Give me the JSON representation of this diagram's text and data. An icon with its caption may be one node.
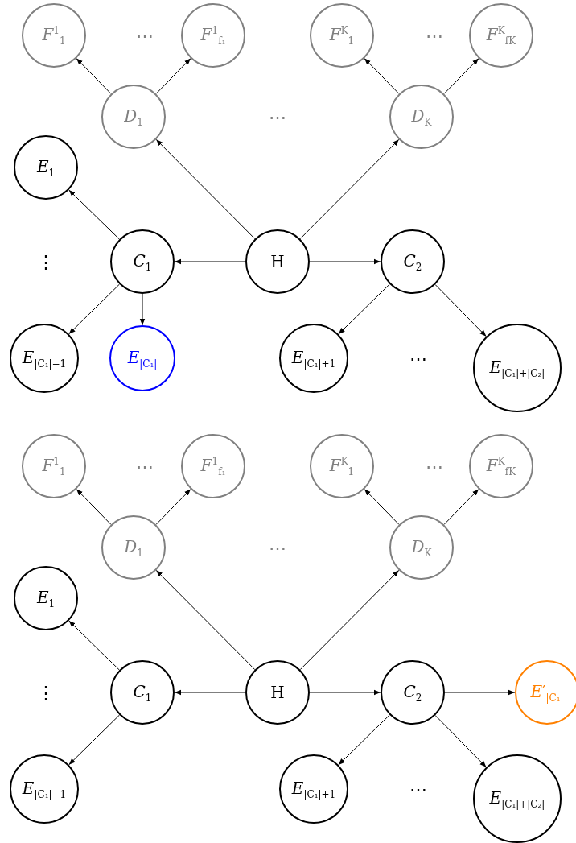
{
  "diagram": {
    "nodes": [
      {
        "text": [
          "*F*$^{1}$$_{1}$"
        ]
      },
      {
        "text": [
          "*F*$^{1}$$_{f₁}$"
        ]
      },
      {
        "text": [
          "*F*$^{K}$$_{1}$"
        ]
      },
      {
        "text": [
          "*F*$^{K}$$_{fK}$"
        ]
      },
      {
        "text": [
          "*D*$_{1}$"
        ]
      },
      {
        "text": [
          "*D*$_{K}$"
        ]
      },
      {
        "text": [
          "*E*$_{1}$"
        ]
      },
      {
        "text": [
          "*C*$_{1}$"
        ]
      },
      {
        "text": [
          "H"
        ]
      },
      {
        "text": [
          "*C*$_{2}$"
        ]
      },
      {
        "text": [
          "*E*$_{|C₁|−1}$"
        ]
      },
      {
        "text": [
          "*E*$_{|C₁|}$"
        ]
      },
      {
        "text": [
          "*E*$_{|C₁|+1}$"
        ]
      },
      {
        "text": [
          "*E*$_{|C₁|+|C₂|}$"
        ]
      },
      {
        "text": [
          "*F*$^{1}$$_{1}$"
        ]
      },
      {
        "text": [
          "*F*$^{1}$$_{f₁}$"
        ]
      },
      {
        "text": [
          "*F*$^{K}$$_{1}$"
        ]
      },
      {
        "text": [
          "*F*$^{K}$$_{fK}$"
        ]
      },
      {
        "text": [
          "*D*$_{1}$"
        ]
      },
      {
        "text": [
          "*D*$_{K}$"
        ]
      },
      {
        "text": [
          "*E*$_{1}$"
        ]
      },
      {
        "text": [
          "*C*$_{1}$"
        ]
      },
      {
        "text": [
          "H"
        ]
      },
      {
        "text": [
          "*C*$_{2}$"
        ]
      },
      {
        "text": [
          "*E*′$_{|C₁|}$"
        ]
      },
      {
        "text": [
          "*E*$_{|C₁|−1}$"
        ]
      },
      {
        "text": [
          "*E*$_{|C₁|+1}$"
        ]
      },
      {
        "text": [
          "*E*$_{|C₁|+|C₂|}$"
        ]
      }
    ],
    "edges": [
      {
        "from": 4,
        "to": 0,
        "arrow": "to"
      },
      {
        "from": 4,
        "to": 1,
        "arrow": "to"
      },
      {
        "from": 5,
        "to": 2,
        "arrow": "to"
      },
      {
        "from": 5,
        "to": 3,
        "arrow": "to"
      },
      {
        "from": 8,
        "to": 4,
        "arrow": "to"
      },
      {
        "from": 8,
        "to": 5,
        "arrow": "to"
      },
      {
        "from": 8,
        "to": 7,
        "arrow": "to"
      },
      {
        "from": 8,
        "to": 9,
        "arrow": "to"
      },
      {
        "from": 7,
        "to": 6,
        "arrow": "to"
      },
      {
        "from": 7,
        "to": 10,
        "arrow": "to"
      },
      {
        "from": 7,
        "to": 11,
        "arrow": "to"
      },
      {
        "from": 9,
        "to": 12,
        "arrow": "to"
      },
      {
        "from": 9,
        "to": 13,
        "arrow": "to"
      },
      {
        "from": 18,
        "to": 14,
        "arrow": "to"
      },
      {
        "from": 18,
        "to": 15,
        "arrow": "to"
      },
      {
        "from": 19,
        "to": 16,
        "arrow": "to"
      },
      {
        "from": 19,
        "to": 17,
        "arrow": "to"
      },
      {
        "from": 22,
        "to": 18,
        "arrow": "to"
      },
      {
        "from": 22,
        "to": 19,
        "arrow": "to"
      },
      {
        "from": 22,
        "to": 21,
        "arrow": "to"
      },
      {
        "from": 22,
        "to": 23,
        "arrow": "to"
      },
      {
        "from": 23,
        "to": 24,
        "arrow": "to"
      },
      {
        "from": 21,
        "to": 20,
        "arrow": "to"
      },
      {
        "from": 21,
        "to": 25,
        "arrow": "to"
      },
      {
        "from": 23,
        "to": 26,
        "arrow": "to"
      },
      {
        "from": 23,
        "to": 27,
        "arrow": "to"
      }
    ],
    "labels": [
      "⋯",
      "⋯",
      "⋯",
      "⋮",
      "⋯",
      "⋯",
      "⋯",
      "⋯",
      "⋮",
      "⋯"
    ]
  }
}
